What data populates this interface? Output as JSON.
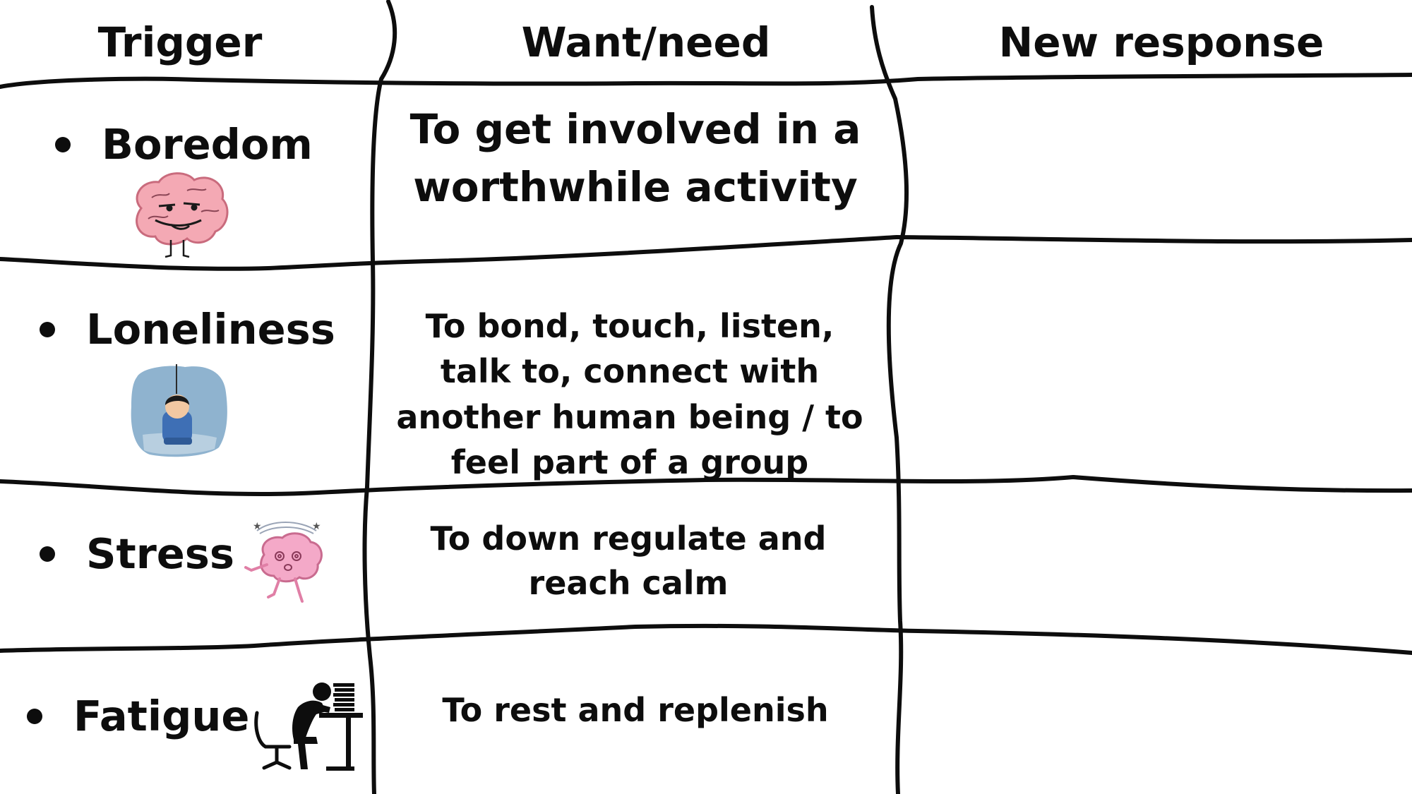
{
  "headers": {
    "trigger": "Trigger",
    "want_need": "Want/need",
    "new_response": "New response"
  },
  "rows": [
    {
      "trigger": "Boredom",
      "want_need": "To get involved in a worthwhile activity",
      "new_response": "",
      "icon": "bored-brain-icon"
    },
    {
      "trigger": "Loneliness",
      "want_need": "To bond, touch, listen, talk to, connect with another human being / to feel part of a group",
      "new_response": "",
      "icon": "lonely-child-icon"
    },
    {
      "trigger": "Stress",
      "want_need": "To down regulate and reach calm",
      "new_response": "",
      "icon": "dizzy-brain-icon"
    },
    {
      "trigger": "Fatigue",
      "want_need": "To rest and replenish",
      "new_response": "",
      "icon": "tired-worker-icon"
    }
  ],
  "colors": {
    "ink": "#0d0d0d",
    "brain_pink": "#f4a9b4",
    "brain_stroke": "#c96b7d",
    "lonely_bg": "#8fb3cf",
    "shirt_blue": "#3e6fb5"
  }
}
